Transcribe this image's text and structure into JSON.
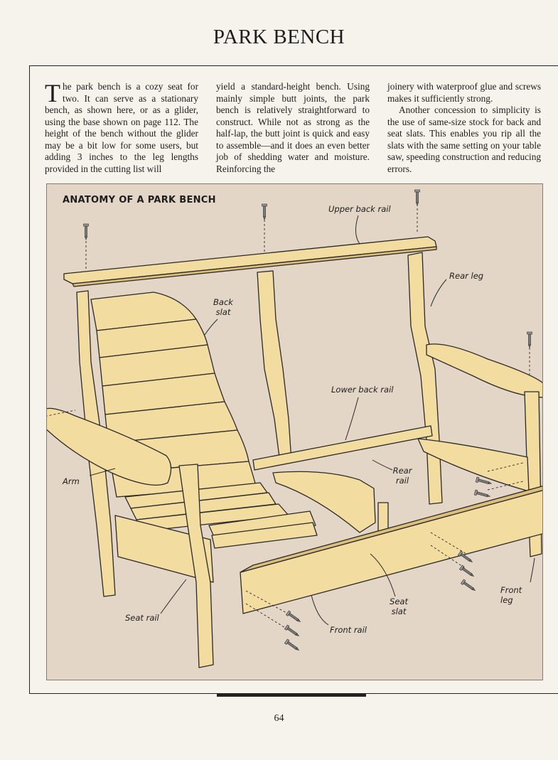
{
  "page": {
    "title": "PARK BENCH",
    "number": "64"
  },
  "text": {
    "dropcap": "T",
    "col1": "he park bench is a cozy seat for two. It can serve as a stationary bench, as shown here, or as a glider, using the base shown on page 112. The height of the bench without the glider may be a bit low for some users, but adding 3 inches to the leg lengths provided in the cutting list will",
    "col2": "yield a standard-height bench. Using mainly simple butt joints, the park bench is relatively straightforward to construct. While not as strong as the half-lap, the butt joint is quick and easy to assemble—and it does an even better job of shedding water and moisture. Reinforcing the",
    "col3a": "joinery with waterproof glue and screws makes it sufficiently strong.",
    "col3b": "Another concession to simplicity is the use of same-size stock for back and seat slats. This enables you rip all the slats with the same setting on your table saw, speeding construction and reducing errors."
  },
  "figure": {
    "title": "ANATOMY OF A PARK BENCH",
    "labels": {
      "upper_back_rail": "Upper back rail",
      "rear_leg": "Rear leg",
      "back_slat_1": "Back",
      "back_slat_2": "slat",
      "lower_back_rail": "Lower back rail",
      "arm": "Arm",
      "rear_rail_1": "Rear",
      "rear_rail_2": "rail",
      "seat_slat_1": "Seat",
      "seat_slat_2": "slat",
      "front_leg_1": "Front",
      "front_leg_2": "leg",
      "seat_rail": "Seat rail",
      "front_rail": "Front rail"
    },
    "colors": {
      "background": "#e4d6c6",
      "wood": "#f3dca0",
      "wood_shade": "#dcbd7a",
      "outline": "#2a2a2a"
    }
  }
}
